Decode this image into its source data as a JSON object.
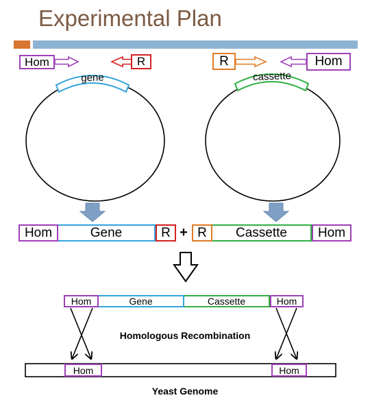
{
  "title": "Experimental Plan",
  "top_primers": {
    "hom_left": "Hom",
    "r_left": "R",
    "r_right": "R",
    "hom_right": "Hom"
  },
  "plasmids": {
    "gene_label": "gene",
    "cassette_label": "cassette"
  },
  "combined_row": {
    "hom_left": "Hom",
    "gene": "Gene",
    "r_left": "R",
    "plus": "+",
    "r_right": "R",
    "cassette": "Cassette",
    "hom_right": "Hom"
  },
  "construct": {
    "hom_left": "Hom",
    "gene": "Gene",
    "cassette": "Cassette",
    "hom_right": "Hom"
  },
  "recombination_label": "Homologous Recombination",
  "genome": {
    "hom_left": "Hom",
    "hom_right": "Hom",
    "label": "Yeast Genome"
  },
  "colors": {
    "title": "#7b5a43",
    "accent_orange": "#d9762f",
    "accent_blue": "#8fb3d2",
    "hom_purple": "#9e3fb8",
    "r_red": "#d42020",
    "r_orange": "#e07a25",
    "gene_blue": "#35a4dc",
    "cassette_green": "#2fb040",
    "down_arrow_blue": "#7f9fc4"
  }
}
